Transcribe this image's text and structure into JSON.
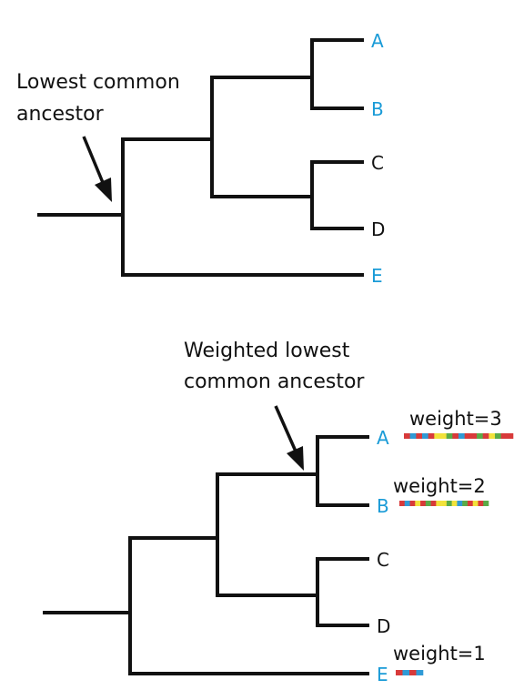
{
  "colors": {
    "branch": "#111111",
    "highlight_leaf": "#1a9bd7",
    "normal_leaf": "#111111",
    "bar_red": "#d83a3a",
    "bar_blue": "#2f9ad6",
    "bar_yellow": "#f2e23b",
    "bar_green": "#5aab47"
  },
  "top_tree": {
    "annotation_line1": "Lowest common",
    "annotation_line2": "ancestor",
    "leaves": [
      {
        "label": "A",
        "highlight": true
      },
      {
        "label": "B",
        "highlight": true
      },
      {
        "label": "C",
        "highlight": false
      },
      {
        "label": "D",
        "highlight": false
      },
      {
        "label": "E",
        "highlight": true
      }
    ]
  },
  "bottom_tree": {
    "annotation_line1": "Weighted lowest",
    "annotation_line2": "common ancestor",
    "leaves": [
      {
        "label": "A",
        "highlight": true
      },
      {
        "label": "B",
        "highlight": true
      },
      {
        "label": "C",
        "highlight": false
      },
      {
        "label": "D",
        "highlight": false
      },
      {
        "label": "E",
        "highlight": true
      }
    ],
    "weights": [
      {
        "leaf": "A",
        "label": "weight=3",
        "bar": [
          "red",
          "blue",
          "red",
          "blue",
          "red",
          "yellow",
          "yellow",
          "green",
          "red",
          "blue",
          "red",
          "red",
          "green",
          "red",
          "yellow",
          "green",
          "red",
          "red"
        ]
      },
      {
        "leaf": "B",
        "label": "weight=2",
        "bar": [
          "red",
          "blue",
          "red",
          "yellow",
          "red",
          "green",
          "red",
          "yellow",
          "yellow",
          "green",
          "yellow",
          "blue",
          "green",
          "red",
          "yellow",
          "red",
          "green"
        ]
      },
      {
        "leaf": "E",
        "label": "weight=1",
        "bar": [
          "red",
          "blue",
          "red",
          "blue"
        ]
      }
    ]
  }
}
